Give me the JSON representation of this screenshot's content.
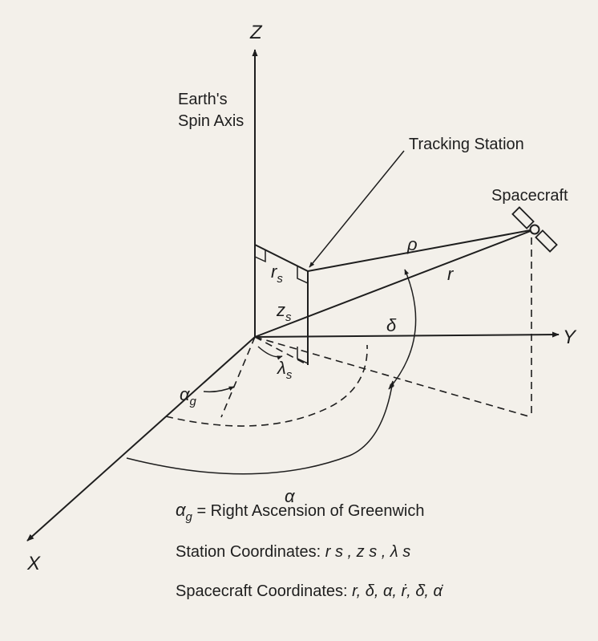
{
  "labels": {
    "z_axis": "Z",
    "y_axis": "Y",
    "x_axis": "X",
    "spin_axis_line1": "Earth's",
    "spin_axis_line2": "Spin Axis",
    "tracking_station": "Tracking Station",
    "spacecraft": "Spacecraft",
    "rho": "ρ",
    "r": "r",
    "r_s": "r",
    "r_s_sub": "s",
    "z_s": "z",
    "z_s_sub": "s",
    "delta": "δ",
    "lambda_s": "λ",
    "lambda_s_sub": "s",
    "alpha_g": "α",
    "alpha_g_sub": "g",
    "alpha": "α"
  },
  "legend": {
    "greenwich_symbol": "α",
    "greenwich_symbol_sub": "g",
    "greenwich_text": " = Right Ascension of Greenwich",
    "station_prefix": "Station Coordinates: ",
    "station_coords": "r s , z s , λ s",
    "spacecraft_prefix": "Spacecraft Coordinates: ",
    "spacecraft_coords": "r, δ, α, ṙ, δ̇, α̇"
  },
  "colors": {
    "ink": "#1e1e1e",
    "paper": "#f3f0ea"
  }
}
